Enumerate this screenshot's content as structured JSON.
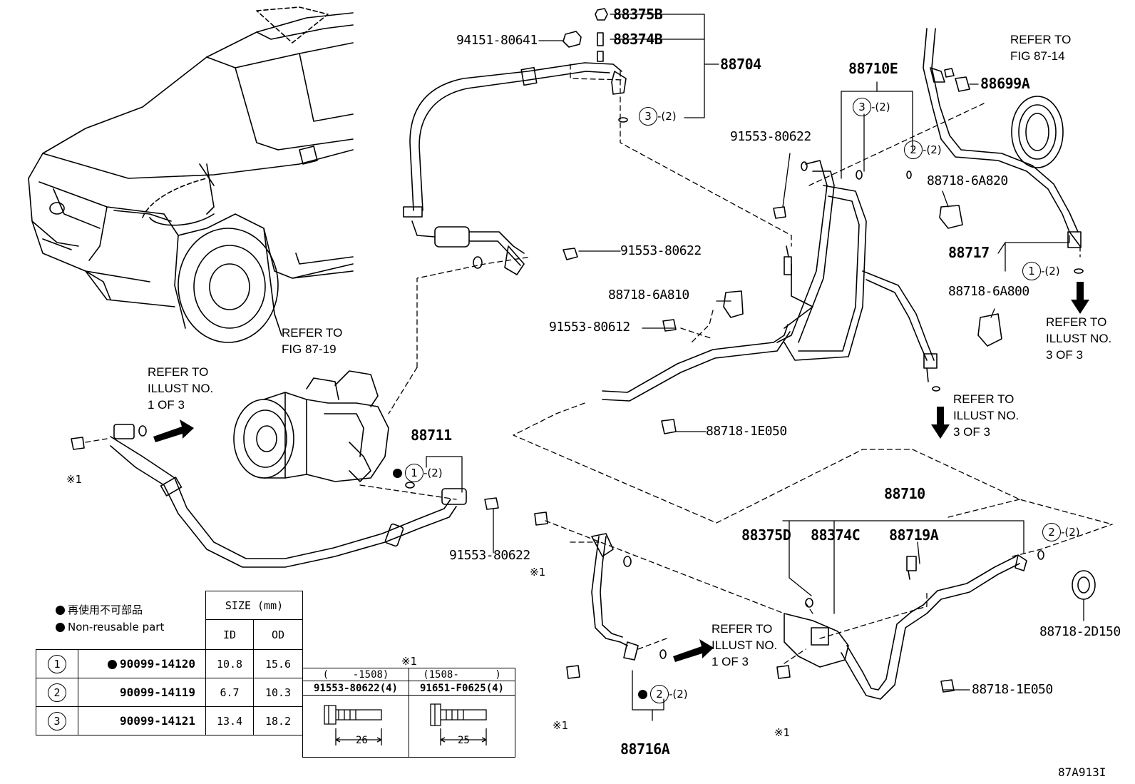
{
  "figure_id": "87A913I",
  "parts": {
    "p88375B": "88375B",
    "p88374B": "88374B",
    "p88704": "88704",
    "p94151": "94151-80641",
    "p88710E": "88710E",
    "p88699A": "88699A",
    "p91553_80622_a": "91553-80622",
    "p91553_80622_b": "91553-80622",
    "p91553_80622_c": "91553-80622",
    "p88718_6A820": "88718-6A820",
    "p88717": "88717",
    "p88718_6A810": "88718-6A810",
    "p91553_80612": "91553-80612",
    "p88718_6A800": "88718-6A800",
    "p88711": "88711",
    "p88718_1E050_a": "88718-1E050",
    "p88718_1E050_b": "88718-1E050",
    "p88710": "88710",
    "p88375D": "88375D",
    "p88374C": "88374C",
    "p88719A": "88719A",
    "p88718_2D150": "88718-2D150",
    "p88716A": "88716A"
  },
  "callouts": {
    "c3_88704": {
      "num": "3",
      "qty": "-(2)"
    },
    "c3_88710E": {
      "num": "3",
      "qty": "-(2)"
    },
    "c2_88710E": {
      "num": "2",
      "qty": "-(2)"
    },
    "c1_88717": {
      "num": "1",
      "qty": "-(2)"
    },
    "c1_88711": {
      "num": "1",
      "qty": "-(2)"
    },
    "c2_88710": {
      "num": "2",
      "qty": "-(2)"
    },
    "c2_88716A": {
      "num": "2",
      "qty": "-(2)"
    }
  },
  "refer": {
    "fig87_14": "REFER TO\nFIG 87-14",
    "fig87_19": "REFER TO\nFIG 87-19",
    "illust1_left": "REFER TO\nILLUST NO.\n1 OF 3",
    "illust3_right": "REFER TO\nILLUST NO.\n3 OF 3",
    "illust3_mid": "REFER TO\nILLUST NO.\n3 OF 3",
    "illust1_bottom": "REFER TO\nILLUST NO.\n1 OF 3"
  },
  "marks": {
    "m1": "※1",
    "m2": "※1",
    "m3": "※1",
    "m4": "※1",
    "m5": "※1"
  },
  "legend": {
    "jp": "再使用不可部品",
    "en": "Non-reusable part"
  },
  "size_table": {
    "header": "SIZE (mm)",
    "col_id": "ID",
    "col_od": "OD",
    "rows": [
      {
        "num": "1",
        "nonreusable": true,
        "part": "90099-14120",
        "id": "10.8",
        "od": "15.6"
      },
      {
        "num": "2",
        "nonreusable": false,
        "part": "90099-14119",
        "id": "6.7",
        "od": "10.3"
      },
      {
        "num": "3",
        "nonreusable": false,
        "part": "90099-14121",
        "id": "13.4",
        "od": "18.2"
      }
    ]
  },
  "bolt_table": {
    "title": "※1",
    "col1_range": "(    -1508)",
    "col2_range": "(1508-      )",
    "col1_part": "91553-80622(4)",
    "col2_part": "91651-F0625(4)",
    "col1_len": "26",
    "col2_len": "25"
  }
}
